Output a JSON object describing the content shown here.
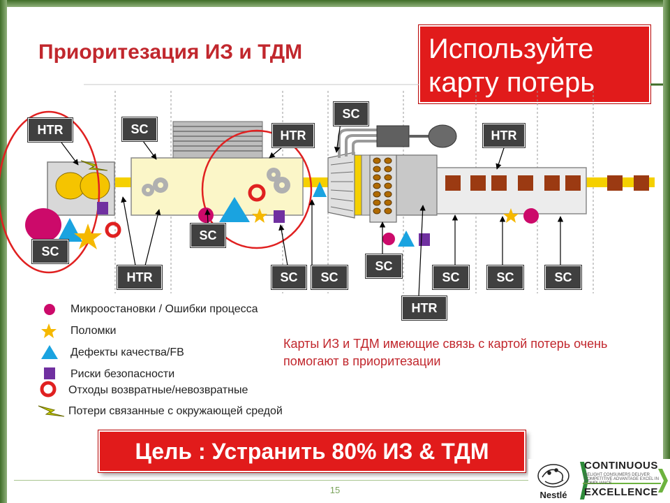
{
  "title": "Приоритезация ИЗ и ТДМ",
  "callout": {
    "line1": "Используйте",
    "line2": "карту потерь"
  },
  "labels": {
    "htr": "HTR",
    "sc": "SC"
  },
  "legend": [
    {
      "icon": "red-dot-icon",
      "text": "Микроостановки / Ошибки процесса"
    },
    {
      "icon": "star-icon",
      "text": "Поломки"
    },
    {
      "icon": "triangle-icon",
      "text": "Дефекты качества/FB"
    },
    {
      "icon": "purple-square-icon",
      "text": "Риски безопасности"
    },
    {
      "icon": "red-ring-icon",
      "text": "Отходы возвратные/невозвратные"
    },
    {
      "icon": "lightning-icon",
      "text": "Потери связанные с окружающей средой"
    }
  ],
  "note": "Карты ИЗ и ТДМ имеющие связь с картой потерь очень помогают в приоритезации",
  "goal": "Цель : Устранить 80% ИЗ & ТДМ",
  "page_number": "15",
  "logo": {
    "brand": "Nestlé",
    "top": "CONTINUOUS",
    "bottom": "EXCELLENCE",
    "tagline": "DELIGHT CONSUMERS DELIVER COMPETITIVE ADVANTAGE EXCEL IN COMPLIANCE"
  },
  "colors": {
    "accent_red": "#e11b1b",
    "title_red": "#c1272d",
    "label_gray": "#404040",
    "marker_pink": "#cc0a6a",
    "marker_blue": "#1aa3e0",
    "marker_star": "#f5b800",
    "marker_purple": "#7030a0",
    "product_brown": "#9b3a12",
    "conveyor_yellow": "#f5d000"
  }
}
